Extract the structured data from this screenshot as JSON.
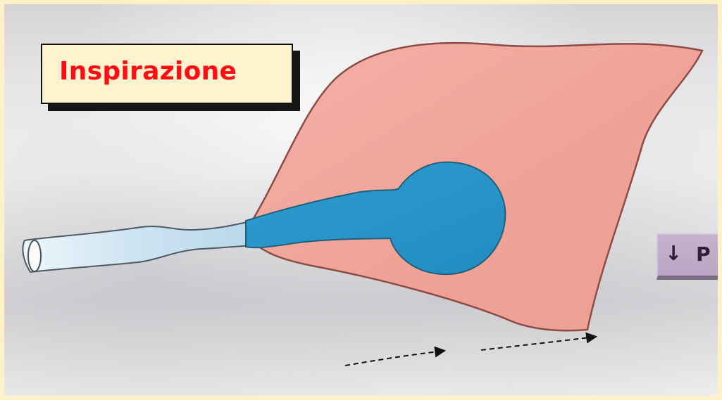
{
  "title_box": {
    "text": "Inspirazione"
  },
  "badge": {
    "icon": "down-arrow-icon",
    "text": "P"
  },
  "colors": {
    "background_frame": "#fff4cf",
    "title_text": "#ff0d12",
    "title_box_fill": "#fff2cf",
    "lung_fill": "#f1a59a",
    "lung_outline": "#8c4c45",
    "alveolus_fill": "#2c98c9",
    "bronchus_fill": "#cfe5f3",
    "badge_fill": "#c5b1ce"
  },
  "diagram": {
    "elements": [
      "lung-tissue",
      "bronchus-tube",
      "alveolus-sac",
      "dashed-arrow-left",
      "dashed-arrow-right"
    ]
  }
}
